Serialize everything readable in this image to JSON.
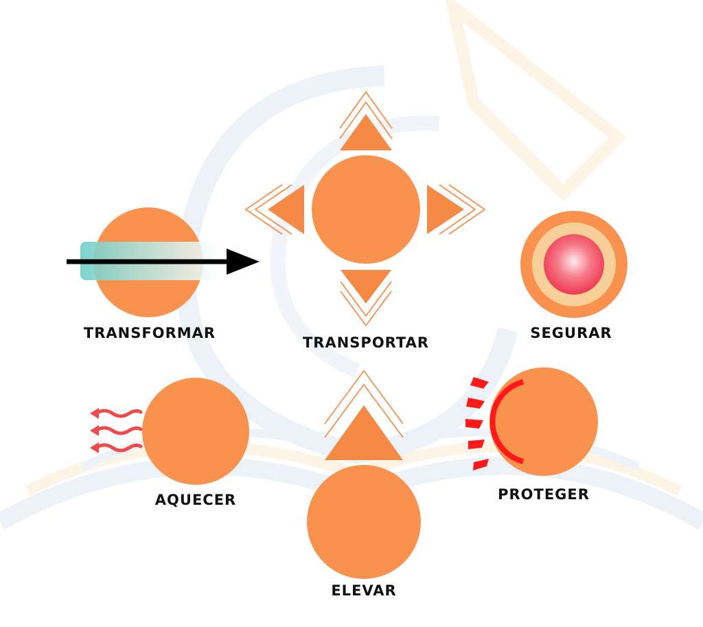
{
  "colors": {
    "circle": "#f9924e",
    "triangle": "#f48a46",
    "outline": "#f39a5e",
    "red": "#ff1a1a",
    "pink": "#f04a5e",
    "ring_inner": "#f8cf98",
    "bar": "#7fd2cc",
    "arrow": "#000000",
    "text": "#111111",
    "watermark_blue": "#e8eef7",
    "watermark_orange": "#fdf1dd"
  },
  "labels": {
    "transformar": "TRANSFORMAR",
    "transportar": "TRANSPORTAR",
    "segurar": "SEGURAR",
    "aquecer": "AQUECER",
    "elevar": "ELEVAR",
    "proteger": "PROTEGER"
  },
  "icons": {
    "transformar": "arrow-through-circle-icon",
    "transportar": "four-direction-arrows-icon",
    "segurar": "held-sphere-icon",
    "aquecer": "heat-waves-icon",
    "elevar": "up-arrow-icon",
    "proteger": "shield-arc-icon"
  }
}
